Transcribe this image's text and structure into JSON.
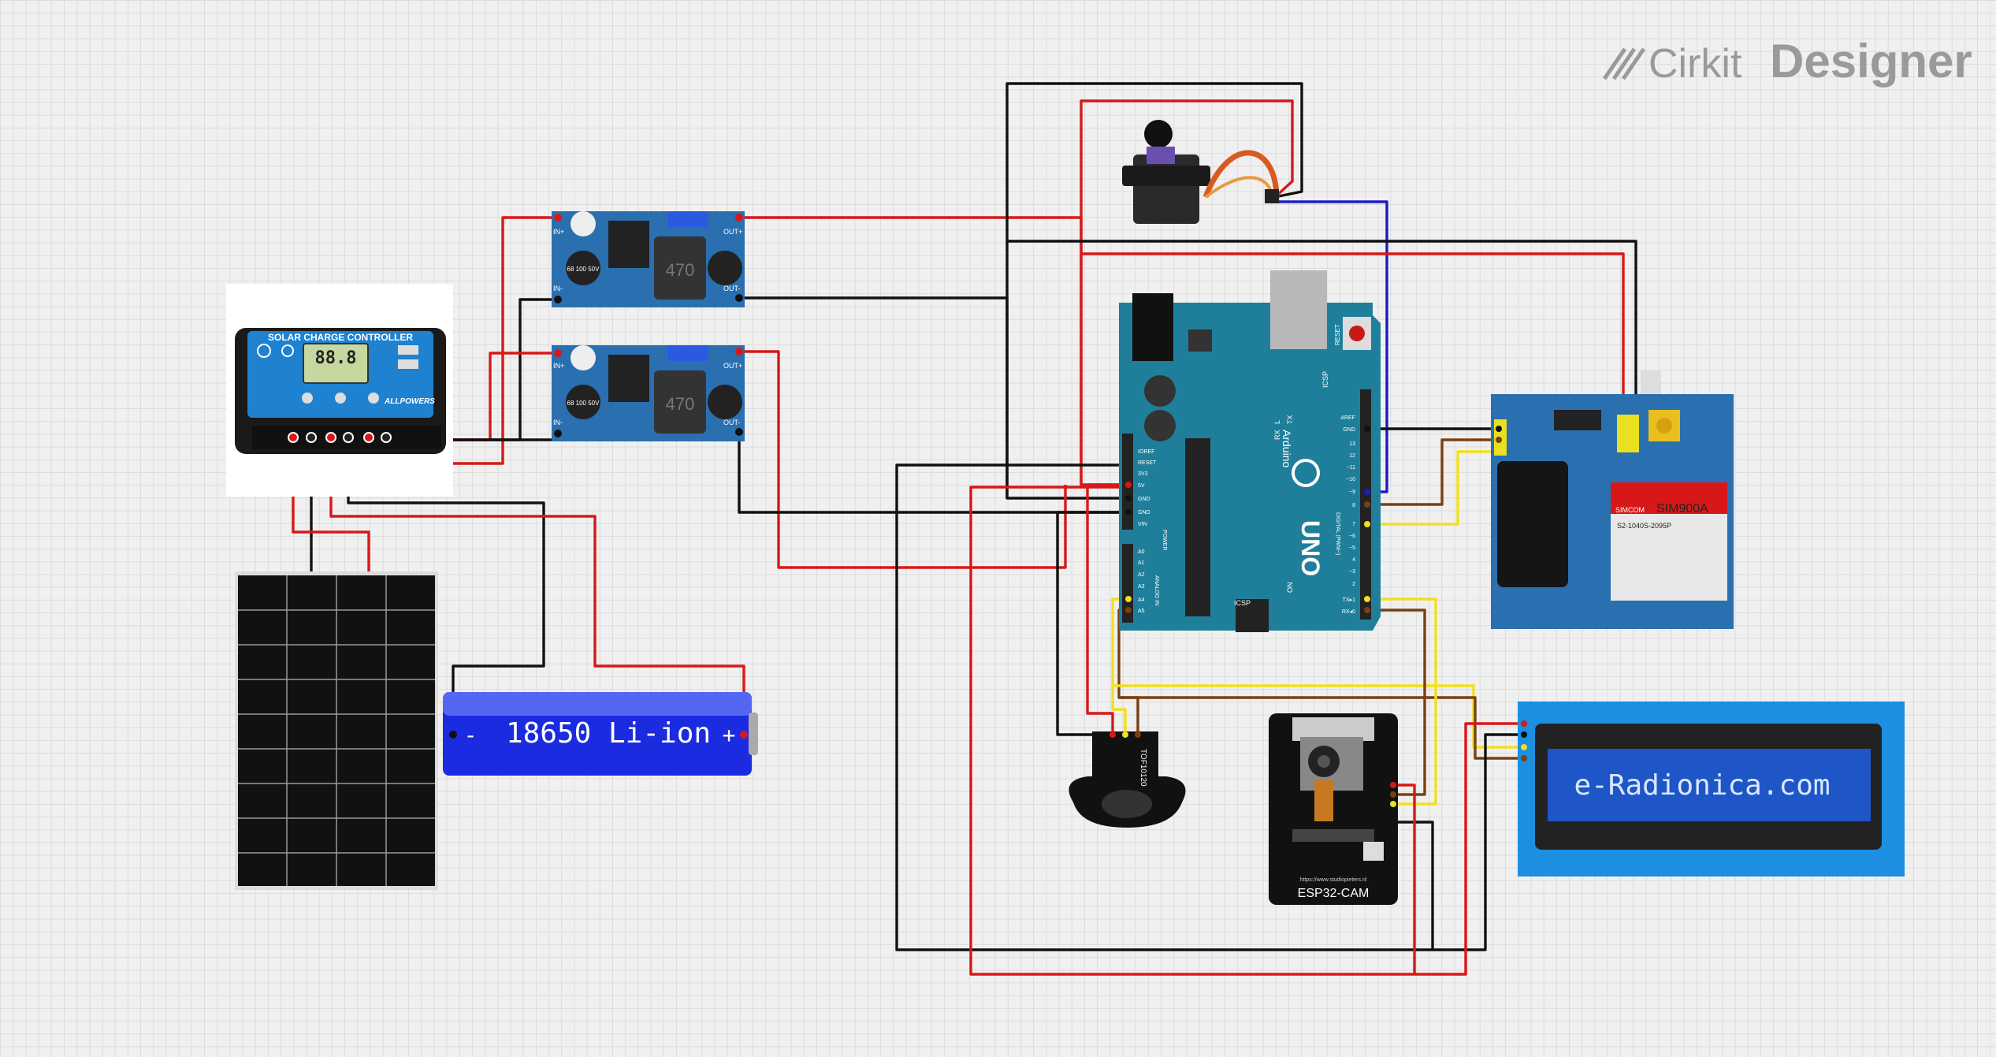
{
  "brand": {
    "name": "Cirkit",
    "product": "Designer"
  },
  "colors": {
    "wire_red": "#d81818",
    "wire_black": "#111111",
    "wire_blue": "#1c1cc0",
    "wire_yellow": "#f0e020",
    "wire_brown": "#7a4010",
    "pcb_blue": "#2a6fb0",
    "arduino_teal": "#1f7f9a"
  },
  "components": {
    "charge_controller": {
      "title": "SOLAR CHARGE CONTROLLER",
      "display": "88.8",
      "brand": "ALLPOWERS"
    },
    "battery": {
      "minus": "-",
      "label": "18650 Li-ion",
      "plus": "+"
    },
    "buck1": {
      "pins": [
        "IN+",
        "IN-",
        "OUT+",
        "OUT-"
      ],
      "inductor": "470",
      "cap": "68 100 50V"
    },
    "buck2": {
      "pins": [
        "IN+",
        "IN-",
        "OUT+",
        "OUT-"
      ],
      "inductor": "470",
      "cap": "68 100 50V"
    },
    "arduino": {
      "name": "Arduino",
      "model": "UNO",
      "reset": "RESET",
      "icsp": "ICSP",
      "icsp2": "ICSP",
      "on": "ON",
      "tx": "TX",
      "rx": "RX",
      "l": "L",
      "power_pins": [
        "IOREF",
        "RESET",
        "3V3",
        "5V",
        "GND",
        "GND",
        "VIN"
      ],
      "analog_pins": [
        "A0",
        "A1",
        "A2",
        "A3",
        "A4",
        "A5"
      ],
      "digital_pins": [
        "AREF",
        "GND",
        "13",
        "12",
        "~11",
        "~10",
        "~9",
        "8",
        "7",
        "~6",
        "~5",
        "4",
        "~3",
        "2",
        "TX▸1",
        "RX◂0"
      ],
      "power_label": "POWER",
      "analog_label": "ANALOG IN",
      "digital_label": "DIGITAL (PWM~)"
    },
    "gsm": {
      "model": "SIM900A",
      "code": "S2-1040S-2095P",
      "brand": "SIMCOM"
    },
    "tof": {
      "label": "TOF10120"
    },
    "esp32": {
      "label": "ESP32-CAM",
      "url": "https://www.studiopieters.nl"
    },
    "lcd": {
      "text": "e-Radionica.com"
    }
  }
}
